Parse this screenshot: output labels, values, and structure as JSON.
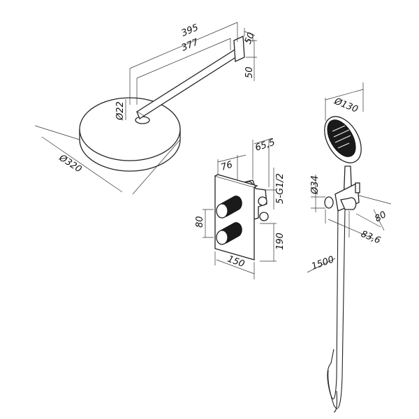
{
  "title": "Shower set dimension drawing",
  "overhead_shower": {
    "arm_length_outer": "395",
    "arm_length_inner": "377",
    "wall_plate_depth": "50",
    "wall_plate_height": "50",
    "arm_diameter": "Ø22",
    "head_diameter": "Ø320"
  },
  "thermostat": {
    "depth": "76",
    "body_depth": "65,5",
    "outlets": "5-G1/2",
    "knob_spacing": "80",
    "height": "190",
    "width": "150"
  },
  "hand_shower": {
    "head_diameter": "Ø130",
    "holder_diameter": "Ø34",
    "holder_depth": "80",
    "holder_width": "83,6",
    "hose_length": "1500"
  }
}
